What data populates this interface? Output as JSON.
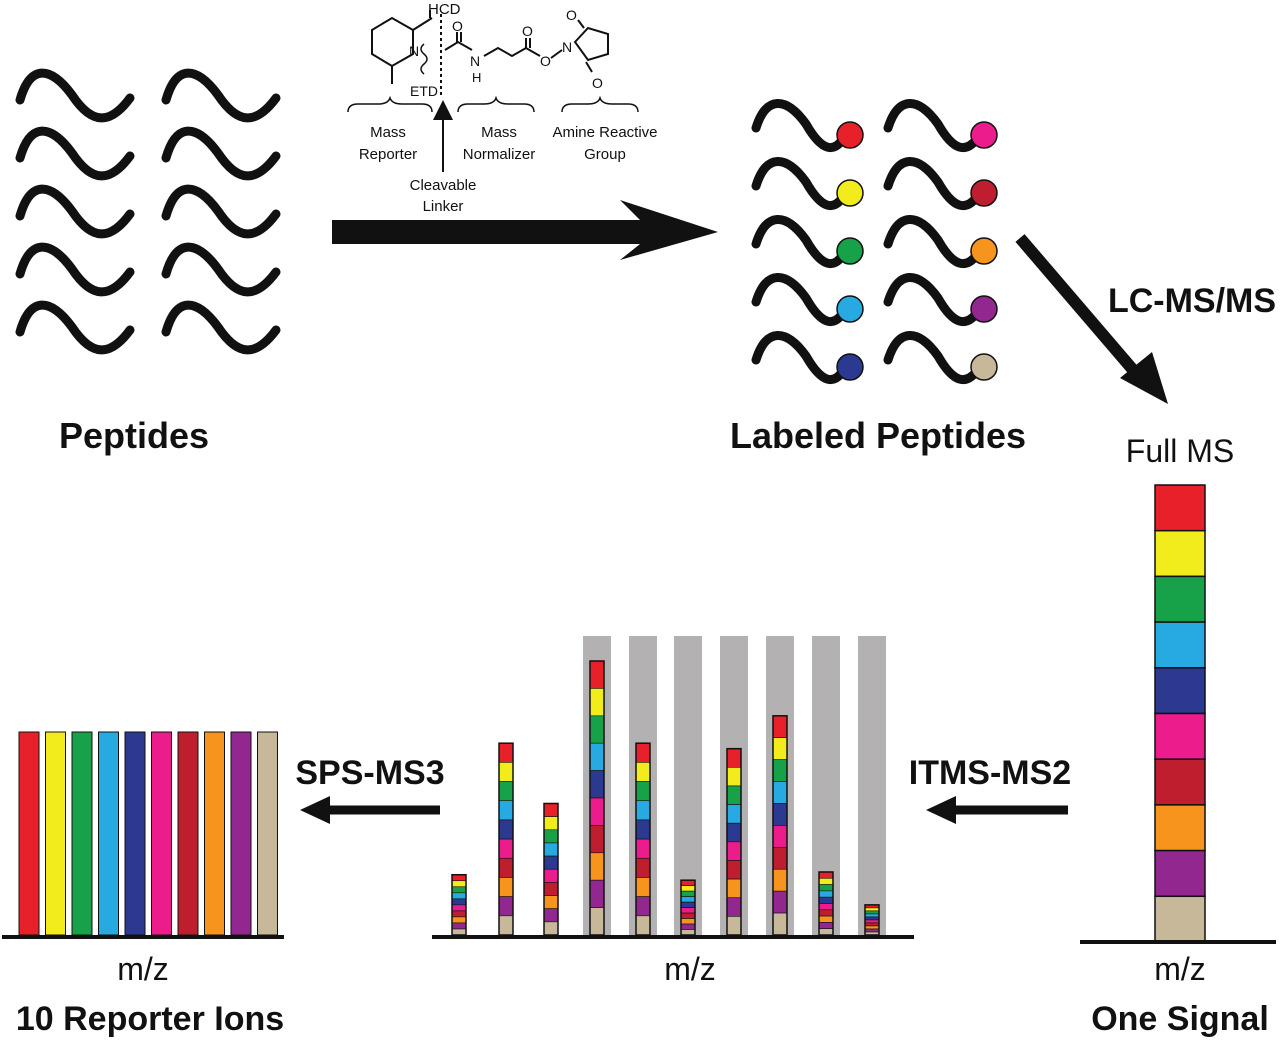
{
  "labels": {
    "peptides": "Peptides",
    "labeled_peptides": "Labeled Peptides",
    "lcmsms": "LC-MS/MS",
    "full_ms": "Full MS",
    "itms_ms2": "ITMS-MS2",
    "sps_ms3": "SPS-MS3",
    "mz_right": "m/z",
    "mz_middle": "m/z",
    "mz_left": "m/z",
    "one_signal": "One Signal",
    "reporter_ions": "10 Reporter Ions"
  },
  "reagent": {
    "hcd": "HCD",
    "etd": "ETD",
    "n_atom": "N",
    "nh": "N",
    "h": "H",
    "o1": "O",
    "o2": "O",
    "o3": "O",
    "o4": "O",
    "n_succ": "N",
    "mass_reporter_1": "Mass",
    "mass_reporter_2": "Reporter",
    "mass_normalizer_1": "Mass",
    "mass_normalizer_2": "Normalizer",
    "amine_1": "Amine Reactive",
    "amine_2": "Group",
    "cleavable_1": "Cleavable",
    "cleavable_2": "Linker"
  },
  "colors": {
    "tags": [
      "#e8202a",
      "#f3ec1d",
      "#17a24a",
      "#27aae1",
      "#2b3990",
      "#ec1c8c",
      "#be1e2d",
      "#f7941d",
      "#92278f",
      "#c8b89a"
    ],
    "label_order_col1": [
      0,
      1,
      2,
      3,
      4
    ],
    "label_order_col2": [
      5,
      6,
      7,
      8,
      9
    ],
    "grey_band": "#b3b1b1"
  },
  "spectra": {
    "middle_peak_heights": [
      0.22,
      0.7,
      0.48,
      1.0,
      0.7,
      0.2,
      0.68,
      0.8,
      0.23,
      0.11
    ],
    "middle_peak_shaded": [
      false,
      false,
      false,
      true,
      true,
      true,
      true,
      true,
      true,
      true
    ],
    "reporter_count": 10
  }
}
